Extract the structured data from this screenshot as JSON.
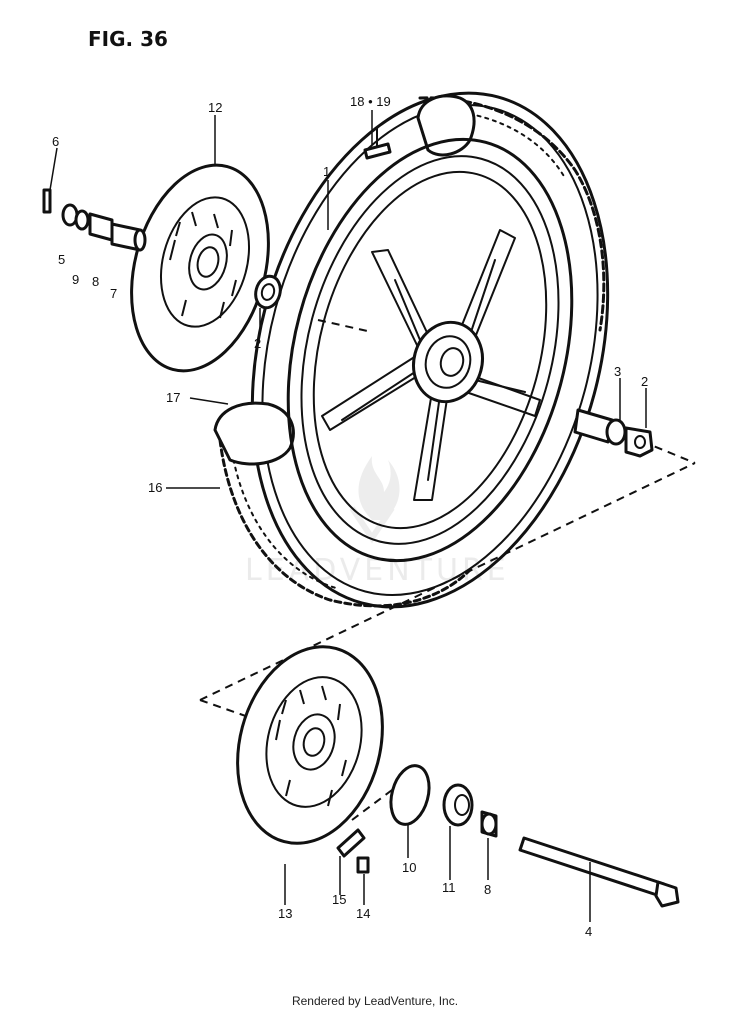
{
  "figure": {
    "title": "FIG. 36"
  },
  "callouts": {
    "c1": "1",
    "c2a": "2",
    "c2b": "2",
    "c3": "3",
    "c4": "4",
    "c5": "5",
    "c6": "6",
    "c7": "7",
    "c8a": "8",
    "c8b": "8",
    "c9": "9",
    "c10": "10",
    "c11": "11",
    "c12": "12",
    "c13": "13",
    "c14": "14",
    "c15": "15",
    "c16": "16",
    "c17": "17",
    "c18_19": "18 • 19"
  },
  "watermark": {
    "text": "LEADVENTURE",
    "icon": "flame-logo-icon"
  },
  "footer": {
    "credit": "Rendered by LeadVenture, Inc."
  }
}
